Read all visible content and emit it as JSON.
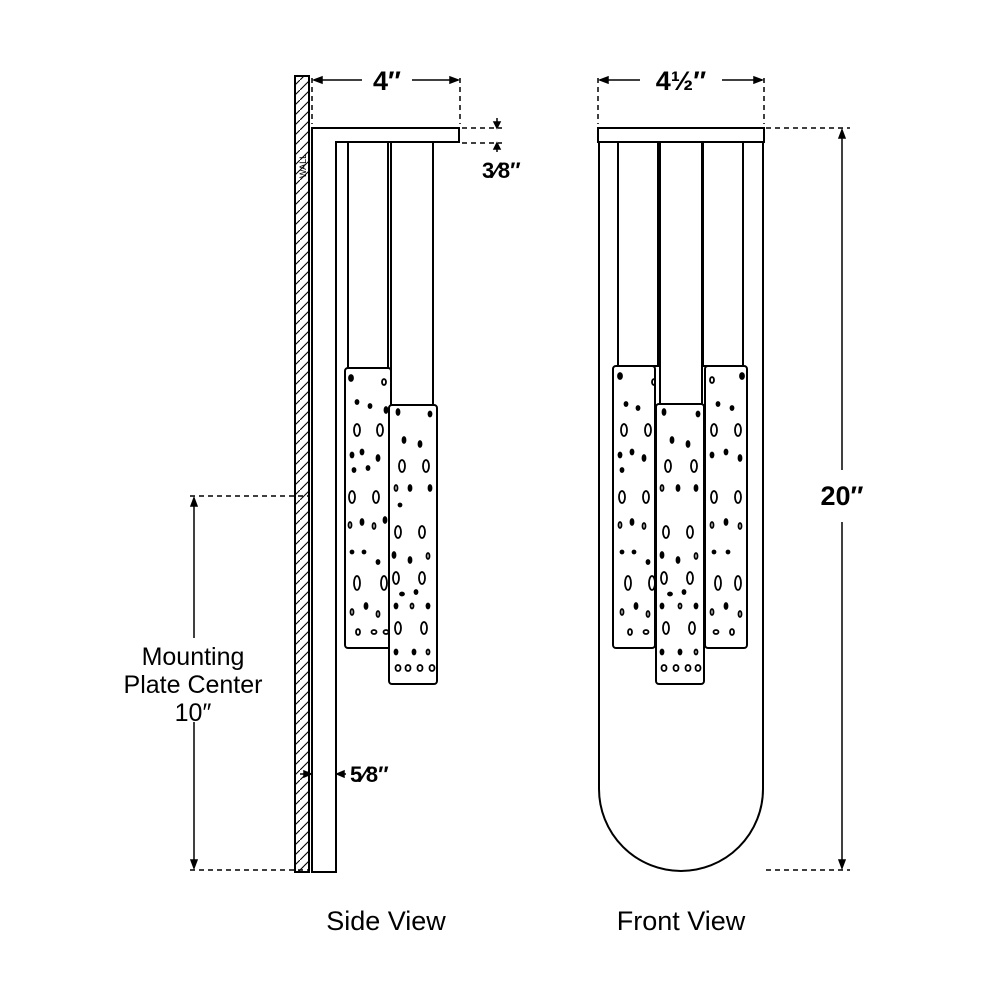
{
  "side_view": {
    "caption": "Side View",
    "wall_label": "WALL",
    "width_dim": "4″",
    "plate_thickness_dim": "3⁄8″",
    "backplate_depth_dim": "5⁄8″",
    "mounting_label_line1": "Mounting",
    "mounting_label_line2": "Plate Center",
    "mounting_label_line3": "10″"
  },
  "front_view": {
    "caption": "Front View",
    "width_dim": "4½″",
    "height_dim": "20″"
  },
  "colors": {
    "line": "#000000",
    "background": "#ffffff"
  }
}
